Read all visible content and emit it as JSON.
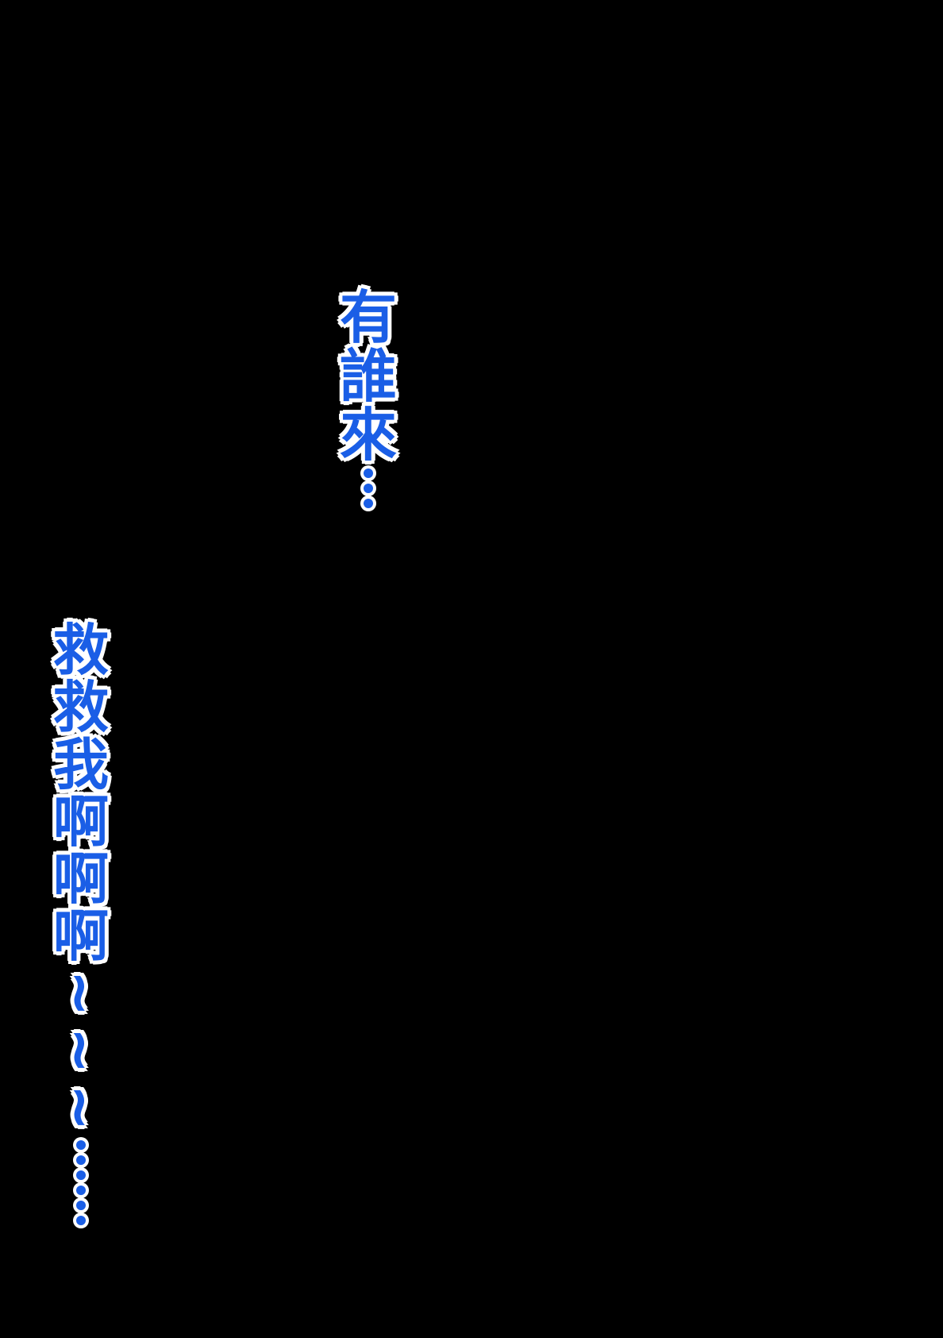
{
  "panel": {
    "background": "#000000",
    "text_color": "#1a5ee6",
    "outline_color": "#ffffff"
  },
  "line1": {
    "chars": [
      "有",
      "誰",
      "來"
    ],
    "ellipsis": "…"
  },
  "line2": {
    "chars": [
      "救",
      "救",
      "我",
      "啊",
      "啊",
      "啊"
    ],
    "tildes": [
      "~",
      "~",
      "~"
    ],
    "ellipsis": "……"
  }
}
